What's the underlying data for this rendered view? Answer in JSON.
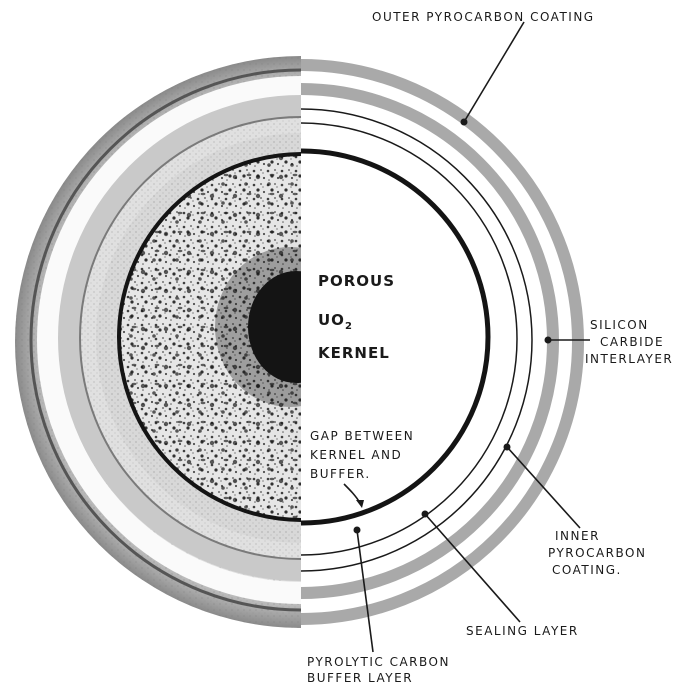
{
  "labels": {
    "outer_pyrocarbon": "OUTER PYROCARBON COATING",
    "porous": "POROUS",
    "uo2_base": "UO",
    "uo2_sub": "2",
    "kernel": "KERNEL",
    "silicon_line1": "SILICON",
    "silicon_line2": "CARBIDE",
    "silicon_line3": "INTERLAYER",
    "gap_line1": "GAP BETWEEN",
    "gap_line2": "KERNEL AND",
    "gap_line3": "BUFFER.",
    "inner_line1": "INNER",
    "inner_line2": "PYROCARBON",
    "inner_line3": "COATING.",
    "sealing": "SEALING LAYER",
    "buffer_line1": "PYROLYTIC CARBON",
    "buffer_line2": "BUFFER LAYER"
  },
  "colors": {
    "coating_gray": "#a9a9a9",
    "ink": "#1a1a1a",
    "photo_mid": "#c8c8c8"
  }
}
